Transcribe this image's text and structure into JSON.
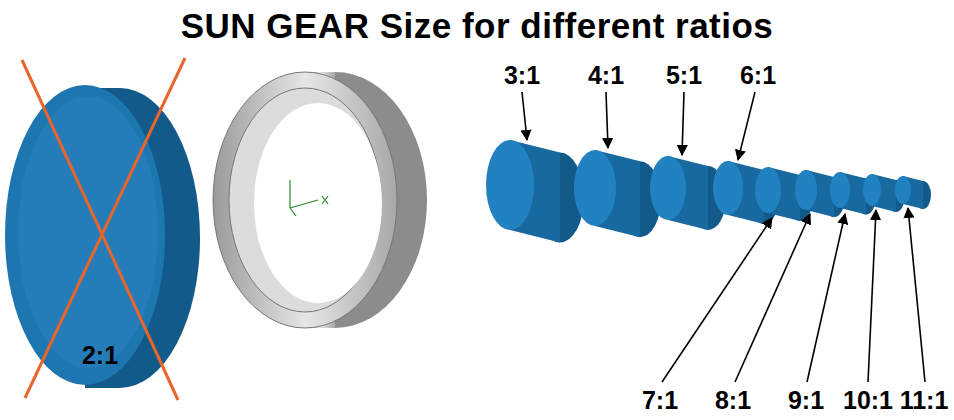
{
  "diagram": {
    "title": "SUN GEAR Size for different ratios",
    "labels": [
      "2:1",
      "3:1",
      "4:1",
      "5:1",
      "6:1",
      "7:1",
      "8:1",
      "9:1",
      "10:1",
      "11:1"
    ]
  }
}
